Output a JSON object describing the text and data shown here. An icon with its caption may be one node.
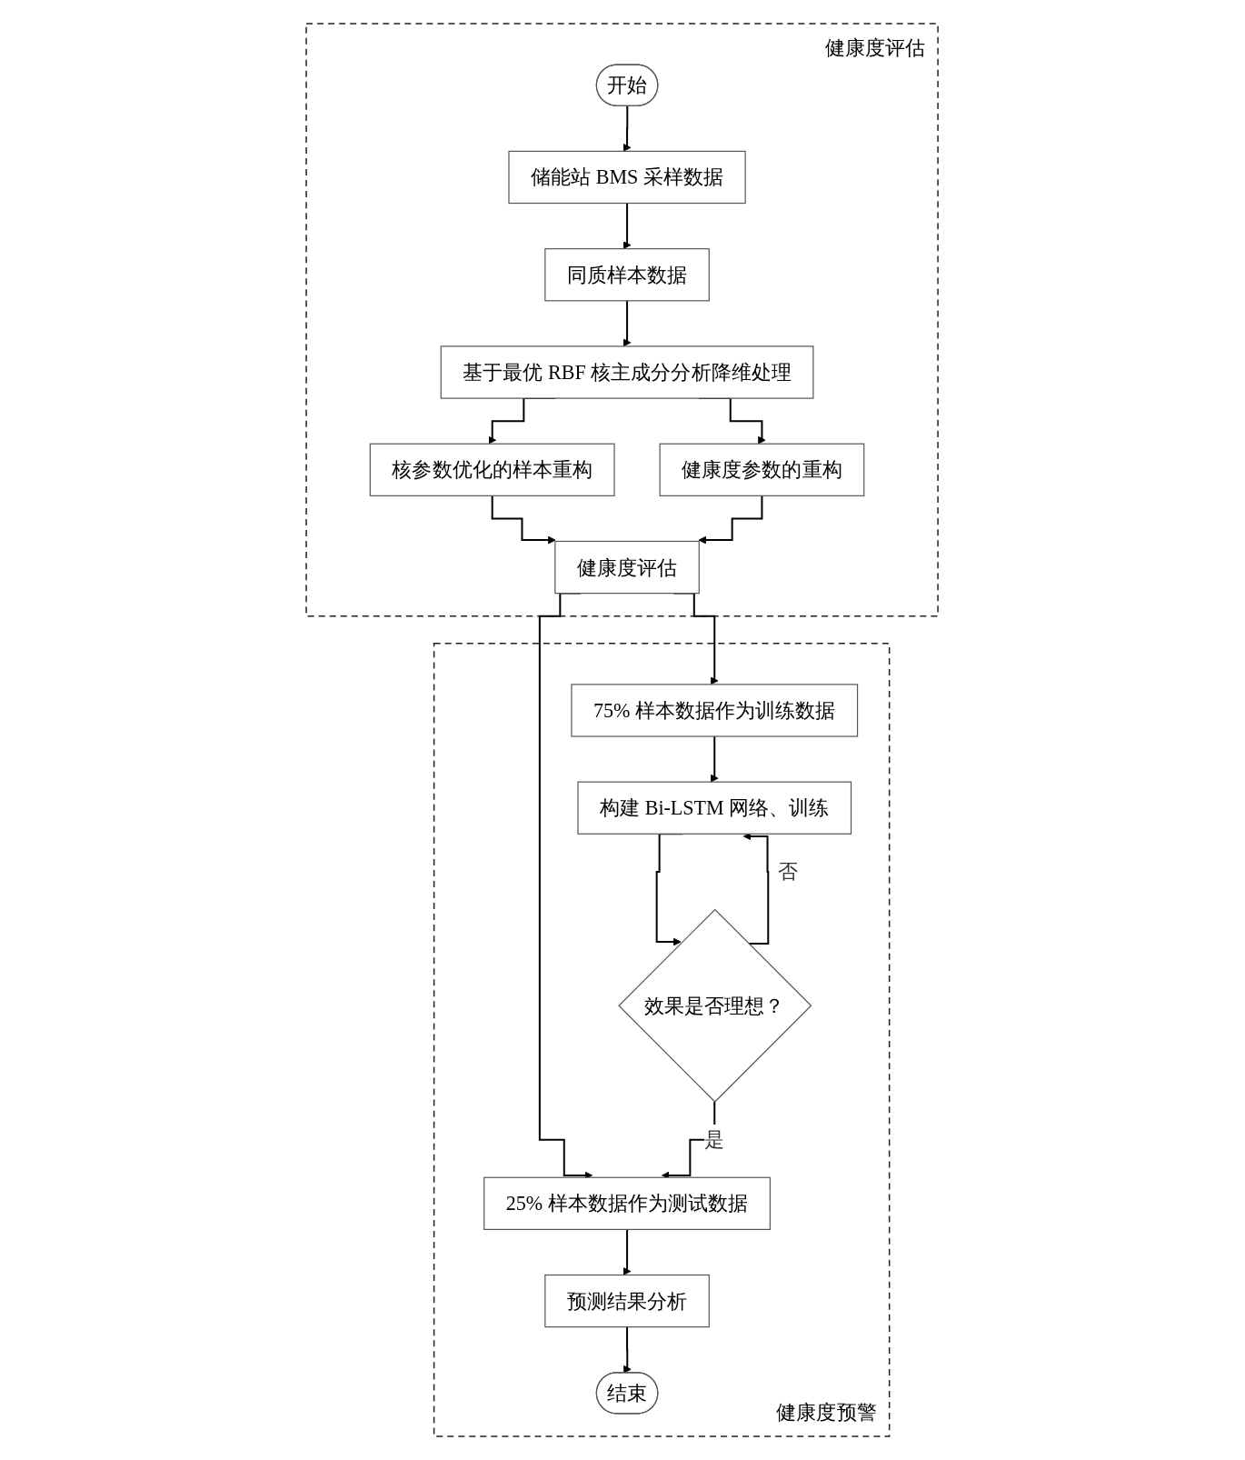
{
  "diagram": {
    "nodes": [
      {
        "text": [
          "健康度评估"
        ]
      },
      {
        "text": [
          "开始"
        ],
        "in": 0
      },
      {
        "text": [
          "储能站 BMS 采样数据"
        ],
        "in": 0
      },
      {
        "text": [
          "同质样本数据"
        ],
        "in": 0
      },
      {
        "text": [
          "基于最优 RBF 核主成分分析降维处理"
        ],
        "in": 0
      },
      {
        "text": [
          "核参数优化的样本重构"
        ],
        "in": 0
      },
      {
        "text": [
          "健康度参数的重构"
        ],
        "in": 0
      },
      {
        "text": [
          "健康度评估"
        ],
        "in": 0
      },
      {
        "text": [
          "健康度预警"
        ]
      },
      {
        "text": [
          "75% 样本数据作为训练数据"
        ],
        "in": 8
      },
      {
        "text": [
          "25% 样本数据作为测试数据"
        ],
        "in": 8
      },
      {
        "text": [
          "构建 Bi-LSTM 网络、训练"
        ],
        "in": 8
      },
      {
        "text": [
          "效果是否理想？"
        ],
        "in": 8
      },
      {
        "text": [
          "预测结果分析"
        ],
        "in": 8
      },
      {
        "text": [
          "结束"
        ],
        "in": 8
      }
    ],
    "edges": [
      {
        "from": 1,
        "to": 2,
        "arrow": "to"
      },
      {
        "from": 2,
        "to": 3,
        "arrow": "to"
      },
      {
        "from": 3,
        "to": 4,
        "arrow": "to"
      },
      {
        "from": 4,
        "to": 5,
        "arrow": "to"
      },
      {
        "from": 4,
        "to": 6,
        "arrow": "to"
      },
      {
        "from": 5,
        "to": 7,
        "arrow": "to"
      },
      {
        "from": 6,
        "to": 7,
        "arrow": "to"
      },
      {
        "from": 7,
        "to": 9,
        "arrow": "to"
      },
      {
        "from": 7,
        "to": 10,
        "arrow": "to"
      },
      {
        "from": 9,
        "to": 11,
        "arrow": "to"
      },
      {
        "from": 11,
        "to": 12,
        "arrow": "to"
      },
      {
        "from": 12,
        "to": 11,
        "arrow": "to",
        "label": "否"
      },
      {
        "from": 12,
        "to": 10,
        "arrow": "to",
        "label": "是"
      },
      {
        "from": 10,
        "to": 13,
        "arrow": "to"
      },
      {
        "from": 13,
        "to": 14,
        "arrow": "to"
      }
    ]
  }
}
